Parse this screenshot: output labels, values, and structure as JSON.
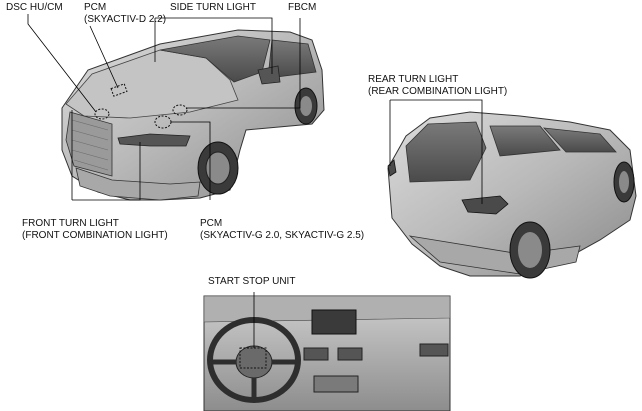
{
  "labels": {
    "dsc": "DSC HU/CM",
    "pcm_d_1": "PCM",
    "pcm_d_2": "(SKYACTIV-D 2.2)",
    "side_turn": "SIDE TURN LIGHT",
    "fbcm": "FBCM",
    "rear_turn_1": "REAR TURN LIGHT",
    "rear_turn_2": "(REAR COMBINATION LIGHT)",
    "front_turn_1": "FRONT TURN LIGHT",
    "front_turn_2": "(FRONT COMBINATION LIGHT)",
    "pcm_g_1": "PCM",
    "pcm_g_2": "(SKYACTIV-G 2.0, SKYACTIV-G 2.5)",
    "start_stop": "START STOP UNIT"
  }
}
